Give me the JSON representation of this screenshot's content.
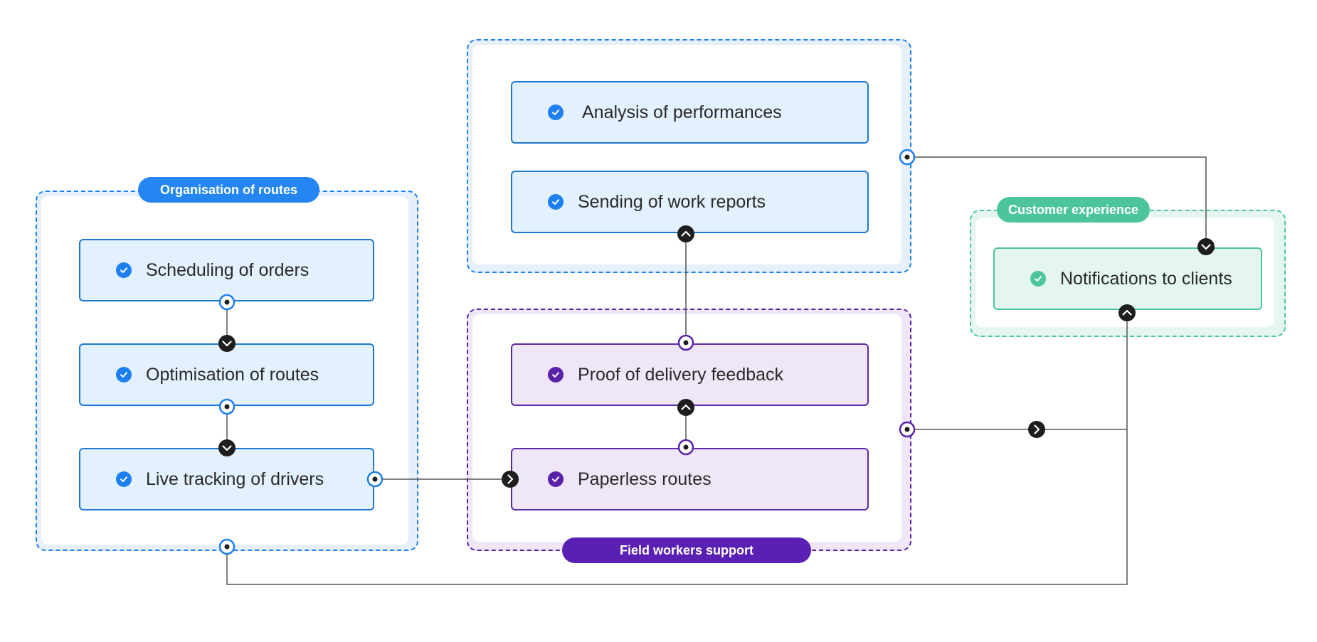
{
  "colors": {
    "blue": "#1e7ff0",
    "purple": "#5a22a8",
    "green": "#4cc59d",
    "connector": "#1e1e1e",
    "line": "#555555"
  },
  "groups": {
    "organisation": {
      "title": "Organisation of routes"
    },
    "field": {
      "title": "Field workers support"
    },
    "customer": {
      "title": "Customer experience"
    }
  },
  "nodes": {
    "scheduling": {
      "label": "Scheduling of orders",
      "icon": "check-icon"
    },
    "optimisation": {
      "label": "Optimisation of routes",
      "icon": "check-icon"
    },
    "live_tracking": {
      "label": "Live tracking of drivers",
      "icon": "check-icon"
    },
    "analysis": {
      "label": "Analysis of performances",
      "icon": "check-icon"
    },
    "work_reports": {
      "label": "Sending of work reports",
      "icon": "check-icon"
    },
    "proof_delivery": {
      "label": "Proof of delivery feedback",
      "icon": "check-icon"
    },
    "paperless": {
      "label": "Paperless routes",
      "icon": "check-icon"
    },
    "notifications": {
      "label": "Notifications to clients",
      "icon": "check-icon"
    }
  }
}
